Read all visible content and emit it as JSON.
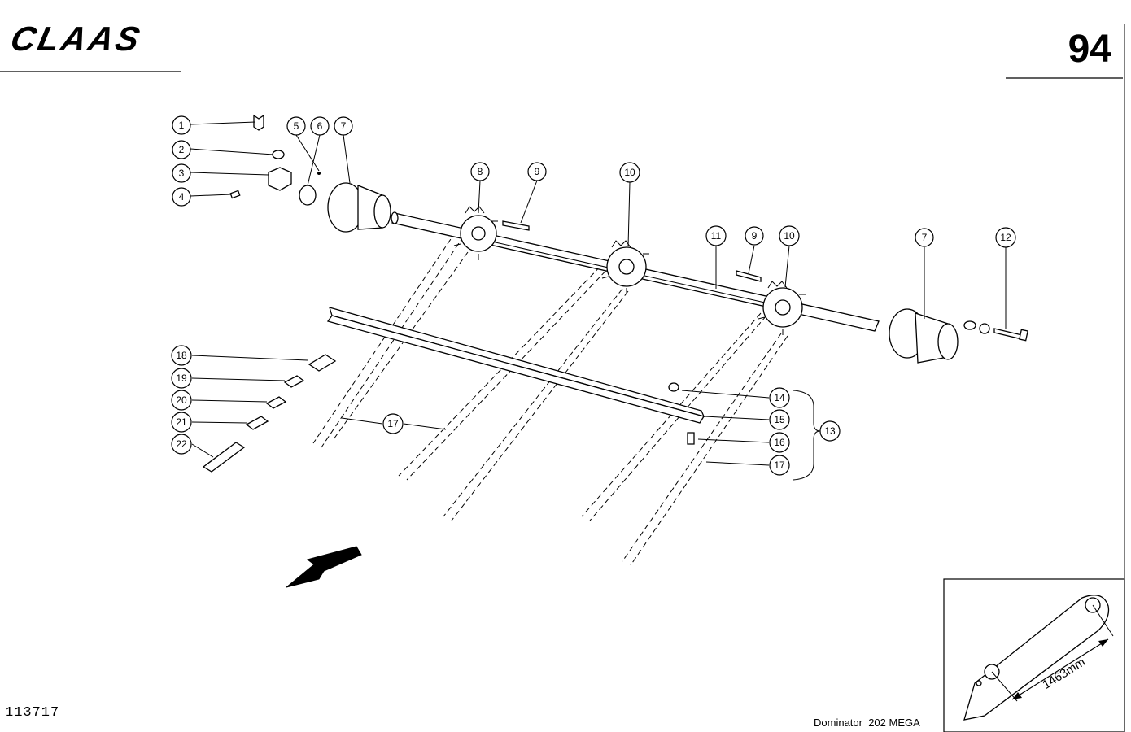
{
  "header": {
    "brand": "CLAAS",
    "page_number": "94"
  },
  "footer": {
    "drawing_number": "113717",
    "model": "Dominator  202 MEGA"
  },
  "inset": {
    "dimension": "1463mm"
  },
  "callouts": [
    {
      "id": "c1",
      "text": "1"
    },
    {
      "id": "c2",
      "text": "2"
    },
    {
      "id": "c3",
      "text": "3"
    },
    {
      "id": "c4",
      "text": "4"
    },
    {
      "id": "c5",
      "text": "5"
    },
    {
      "id": "c6",
      "text": "6"
    },
    {
      "id": "c7a",
      "text": "7"
    },
    {
      "id": "c8",
      "text": "8"
    },
    {
      "id": "c9a",
      "text": "9"
    },
    {
      "id": "c10a",
      "text": "10"
    },
    {
      "id": "c11",
      "text": "11"
    },
    {
      "id": "c9b",
      "text": "9"
    },
    {
      "id": "c10b",
      "text": "10"
    },
    {
      "id": "c7b",
      "text": "7"
    },
    {
      "id": "c12",
      "text": "12"
    },
    {
      "id": "c18",
      "text": "18"
    },
    {
      "id": "c19",
      "text": "19"
    },
    {
      "id": "c20",
      "text": "20"
    },
    {
      "id": "c21",
      "text": "21"
    },
    {
      "id": "c22",
      "text": "22"
    },
    {
      "id": "c17a",
      "text": "17"
    },
    {
      "id": "c14",
      "text": "14"
    },
    {
      "id": "c15",
      "text": "15"
    },
    {
      "id": "c16",
      "text": "16"
    },
    {
      "id": "c17b",
      "text": "17"
    },
    {
      "id": "c13",
      "text": "13"
    }
  ]
}
